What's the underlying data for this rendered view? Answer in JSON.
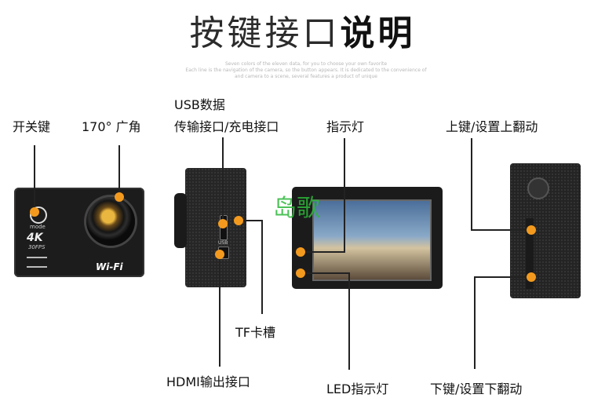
{
  "title": {
    "part1": "按键接口",
    "part2": "说明"
  },
  "subtitle_lines": [
    "Seven colors of the eleven data, for you to choose your own favorite",
    "Each line is the navigation of the camera, so the button appears. It is dedicated to the convenience of",
    "and camera to a scene, several features a product of unique"
  ],
  "camera_front": {
    "mode_label": "mode",
    "badge_4k": "4K",
    "badge_fps": "30FPS",
    "wifi_label": "Wi-Fi"
  },
  "camera_side": {
    "usb_label": "USB"
  },
  "watermark": "岛歌",
  "labels": {
    "power": "开关键",
    "lens": "170° 广角",
    "usb_line1": "USB数据",
    "usb_line2": "传输接口/充电接口",
    "indicator": "指示灯",
    "up_key": "上键/设置上翻动",
    "tf_slot": "TF卡槽",
    "hdmi": "HDMI输出接口",
    "led": "LED指示灯",
    "down_key": "下键/设置下翻动"
  },
  "colors": {
    "accent": "#f39a1e",
    "camera_body": "#1c1c1c",
    "watermark": "#2db83a"
  }
}
